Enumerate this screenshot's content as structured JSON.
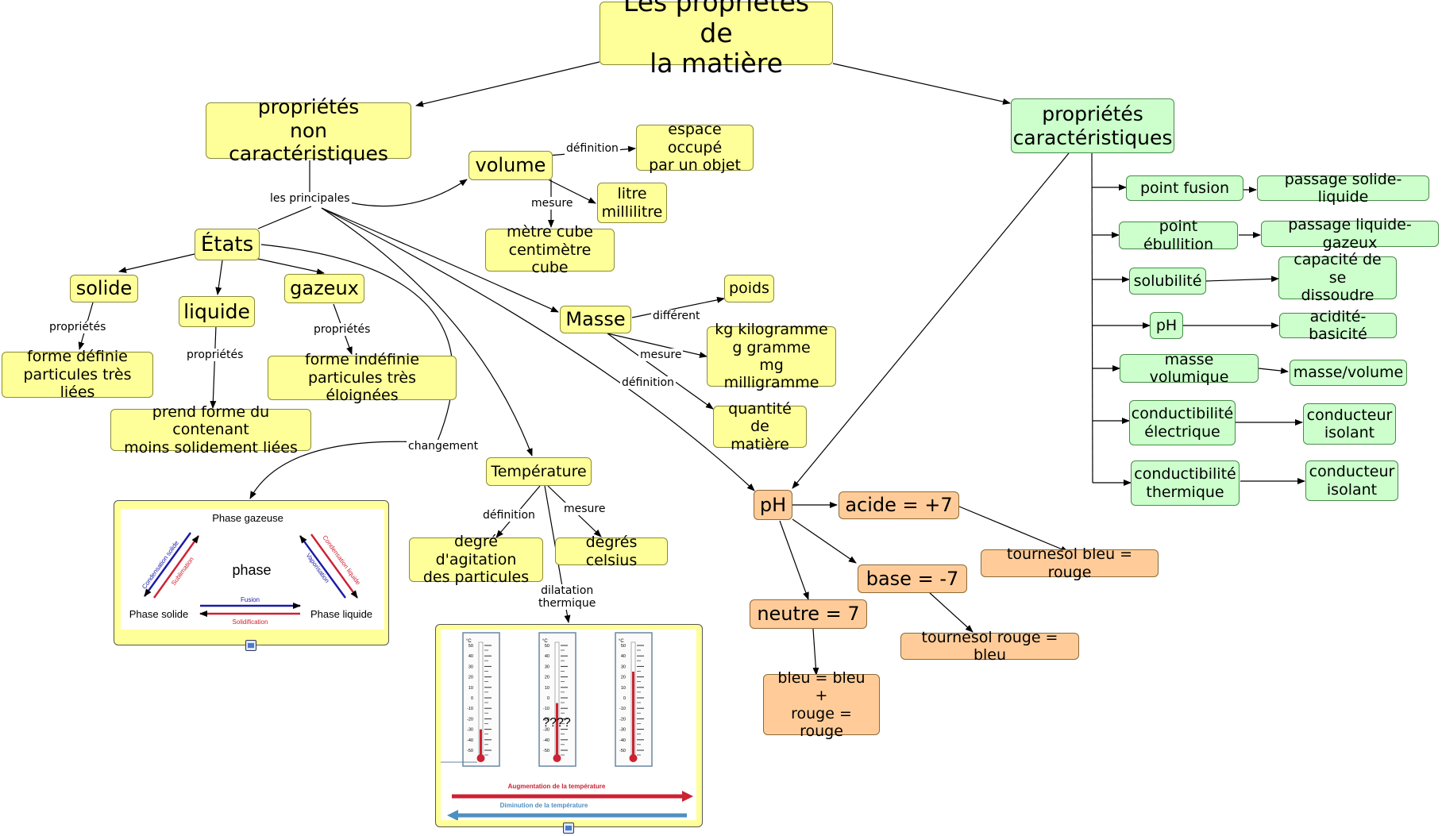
{
  "title": "Les propriétés de\nla matière",
  "non_caract": {
    "title": "propriétés\nnon caractéristiques",
    "principales_label": "les principales",
    "volume": {
      "label": "volume",
      "definition_label": "définition",
      "definition": "espace occupé\npar un objet",
      "mesure_label": "mesure",
      "units_a": "litre\nmillilitre",
      "units_b": "mètre cube\ncentimètre cube"
    },
    "etats": {
      "label": "États",
      "solide": "solide",
      "liquide": "liquide",
      "gazeux": "gazeux",
      "proprietes_label": "propriétés",
      "solide_prop": "forme définie\nparticules très liées",
      "liquide_prop": "prend forme du contenant\nmoins solidement liées",
      "gazeux_prop": "forme indéfinie\nparticules très éloignées",
      "changement_label": "changement"
    },
    "phase_diagram": {
      "center": "phase",
      "gaz": "Phase gazeuse",
      "solide": "Phase solide",
      "liquide": "Phase liquide",
      "condensation_solide": "Condensation solide",
      "sublimation": "Sublimation",
      "condensation_liquide": "Condensation liquide",
      "vaporisation": "Vaporisation",
      "fusion": "Fusion",
      "solidification": "Solidification"
    },
    "masse": {
      "label": "Masse",
      "different_label": "différent",
      "poids": "poids",
      "mesure_label": "mesure",
      "units": "kg kilogramme\ng gramme\nmg milligramme",
      "definition_label": "définition",
      "definition": "quantité de\nmatière"
    },
    "temperature": {
      "label": "Température",
      "definition_label": "définition",
      "definition": "degré d'agitation\ndes particules",
      "mesure_label": "mesure",
      "unit": "degrés celsius",
      "dilatation_label": "dilatation\nthermique"
    },
    "thermo": {
      "unit": "°C",
      "ticks": [
        "50",
        "40",
        "30",
        "20",
        "10",
        "0",
        "-10",
        "-20",
        "-30",
        "-40",
        "-50"
      ],
      "question": "????",
      "levels": [
        0.2,
        0.45,
        0.75
      ],
      "increase": "Augmentation de la température",
      "decrease": "Diminution de la température"
    }
  },
  "ph": {
    "label": "pH",
    "acide": "acide = +7",
    "acide_test": "tournesol bleu = rouge",
    "base": "base = -7",
    "base_test": "tournesol rouge = bleu",
    "neutre": "neutre = 7",
    "neutre_test": "bleu = bleu\n+\nrouge = rouge"
  },
  "caract": {
    "title": "propriétés\ncaractéristiques",
    "items": [
      {
        "name": "point fusion",
        "value": "passage solide-liquide"
      },
      {
        "name": "point ébullition",
        "value": "passage liquide-gazeux"
      },
      {
        "name": "solubilité",
        "value": "capacité de se\ndissoudre"
      },
      {
        "name": "pH",
        "value": "acidité-basicité"
      },
      {
        "name": "masse volumique",
        "value": "masse/volume"
      },
      {
        "name": "conductibilité\nélectrique",
        "value": "conducteur\nisolant"
      },
      {
        "name": "conductibilité\nthermique",
        "value": "conducteur\nisolant"
      }
    ]
  },
  "colors": {
    "yellow": "#ffff99",
    "green": "#ccffcc",
    "orange": "#ffcc99",
    "red": "#cc2233",
    "blue": "#1a1aa8",
    "thermo_blue": "#4f8fc0"
  }
}
